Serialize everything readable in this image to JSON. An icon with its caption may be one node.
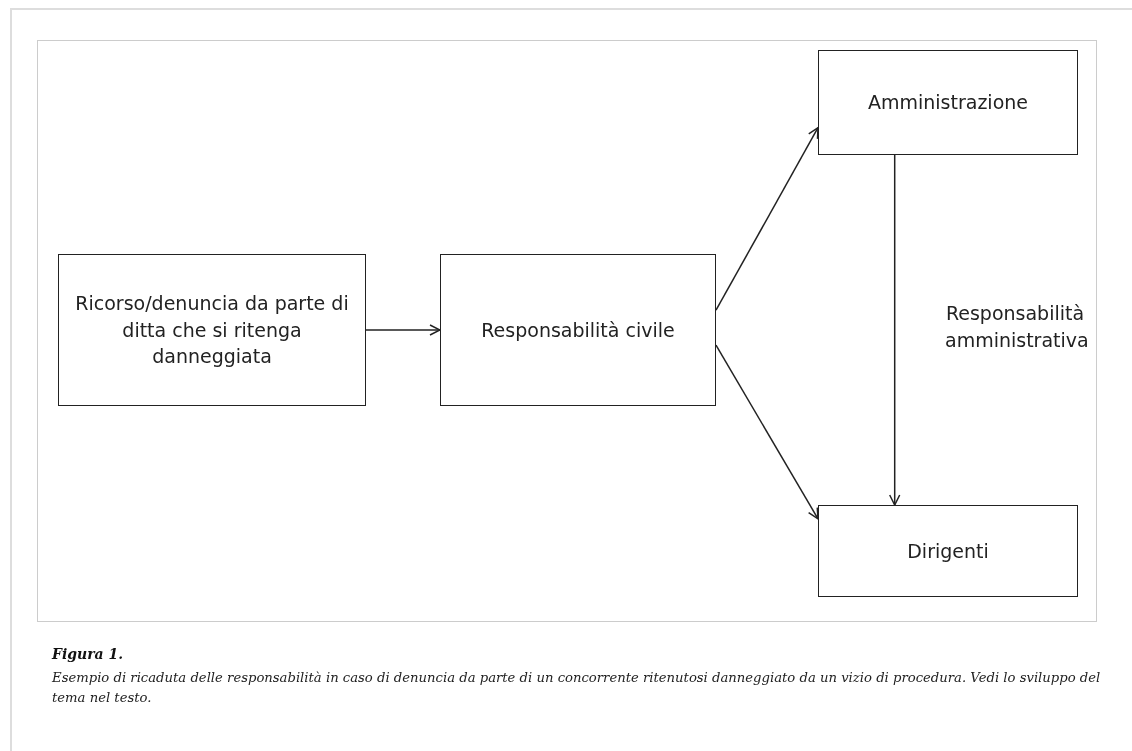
{
  "diagram": {
    "title": "Figura 1.",
    "caption": "Esempio di ricaduta delle responsabilità in caso di denuncia da parte di un concorrente ritenutosi danneggiato da un vizio di procedura. Vedi lo sviluppo del tema nel testo.",
    "nodes": [
      {
        "text": [
          "Ricorso/denuncia da parte di ditta che si ritenga danneggiata"
        ]
      },
      {
        "text": [
          "Responsabilità civile"
        ]
      },
      {
        "text": [
          "Amministrazione"
        ]
      },
      {
        "text": [
          "Dirigenti"
        ]
      }
    ],
    "edges": [
      {
        "from": 0,
        "to": 1,
        "arrow": "to"
      },
      {
        "from": 1,
        "to": 2,
        "arrow": "to"
      },
      {
        "from": 1,
        "to": 3,
        "arrow": "to"
      },
      {
        "from": 2,
        "to": 3,
        "arrow": "to",
        "label": "Responsabilità amministrativa"
      }
    ]
  }
}
